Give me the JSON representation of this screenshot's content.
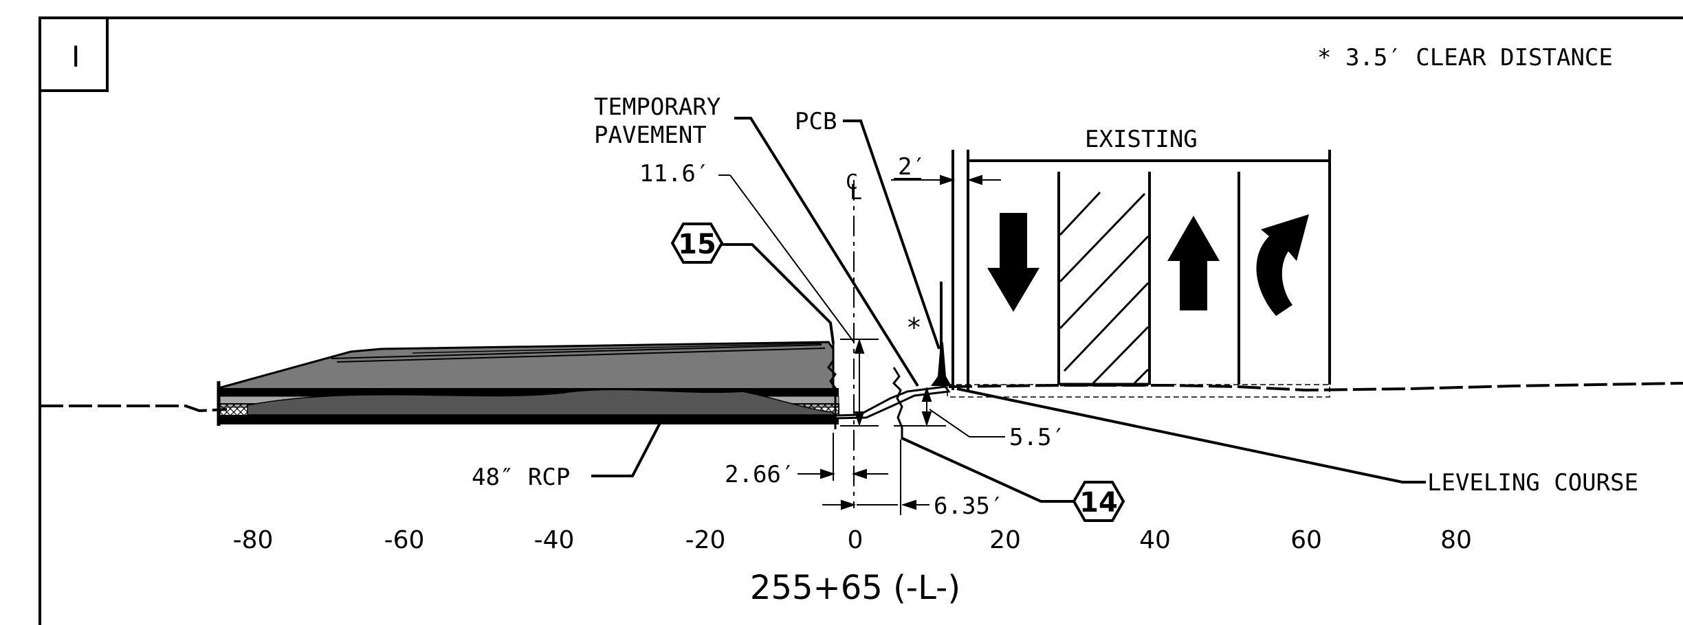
{
  "panel": {
    "id_label": "I"
  },
  "notes": {
    "clear_distance": "* 3.5′ CLEAR DISTANCE",
    "asterisk": "*"
  },
  "callouts": {
    "temporary_pavement_1": "TEMPORARY",
    "temporary_pavement_2": "PAVEMENT",
    "pcb": "PCB",
    "existing": "EXISTING",
    "dim_11_6": "11.6′",
    "dim_2": "2′",
    "dim_5_5": "5.5′",
    "dim_2_66": "2.66′",
    "dim_6_35": "6.35′",
    "rcp": "48″ RCP",
    "leveling_course": "LEVELING COURSE",
    "centerline_c": "C",
    "centerline_l": "L"
  },
  "tags": {
    "tag_15": "15",
    "tag_14": "14"
  },
  "axis": {
    "ticks": [
      "-80",
      "-60",
      "-40",
      "-20",
      "0",
      "20",
      "40",
      "60",
      "80"
    ],
    "station": "255+65 (-L-)"
  },
  "colors": {
    "line": "#000000",
    "fill_grey": "#7a7a7a",
    "fill_light": "#a8a8a8",
    "fill_dark": "#555555",
    "paper": "#ffffff"
  },
  "icons": [
    "arrow-down-icon",
    "arrow-up-icon",
    "turn-arrow-icon"
  ]
}
